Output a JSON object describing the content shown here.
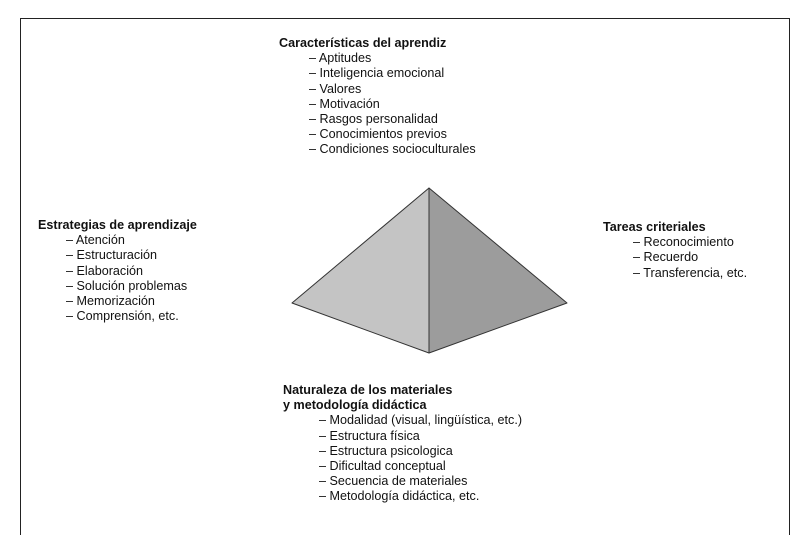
{
  "colors": {
    "face_left": "#c4c4c4",
    "face_right": "#9c9c9c",
    "edge": "#333333",
    "text": "#111111",
    "frame": "#222222"
  },
  "top": {
    "title": "Características del aprendiz",
    "items": [
      "Aptitudes",
      "Inteligencia emocional",
      "Valores",
      "Motivación",
      "Rasgos personalidad",
      "Conocimientos previos",
      "Condiciones socioculturales"
    ]
  },
  "left": {
    "title": "Estrategias de aprendizaje",
    "items": [
      "Atención",
      "Estructuración",
      "Elaboración",
      "Solución problemas",
      "Memorización",
      "Comprensión, etc."
    ]
  },
  "right": {
    "title": "Tareas criteriales",
    "items": [
      "Reconocimiento",
      "Recuerdo",
      "Transferencia, etc."
    ]
  },
  "bottom": {
    "title_line1": "Naturaleza de los materiales",
    "title_line2": "y metodología didáctica",
    "items": [
      "Modalidad (visual, lingüística, etc.)",
      "Estructura física",
      "Estructura psicologica",
      "Dificultad conceptual",
      "Secuencia de materiales",
      "Metodología didáctica, etc."
    ]
  }
}
